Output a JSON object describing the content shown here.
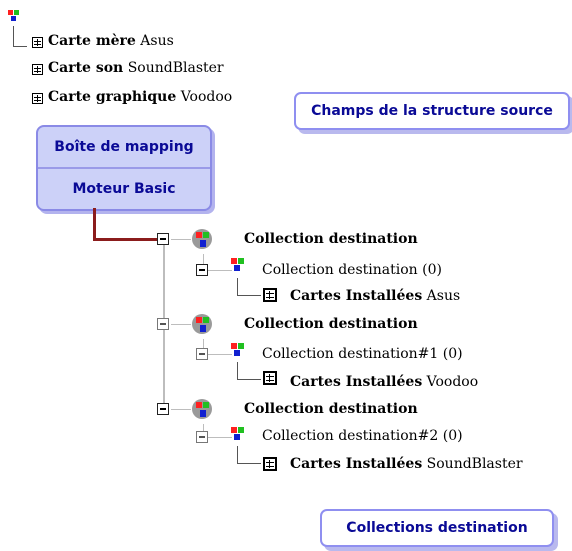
{
  "source_tree": [
    {
      "bold": "Carte mère",
      "value": "Asus"
    },
    {
      "bold": "Carte son",
      "value": "SoundBlaster"
    },
    {
      "bold": "Carte graphique",
      "value": "Voodoo"
    }
  ],
  "callouts": {
    "source": "Champs de la structure source",
    "destination": "Collections destination"
  },
  "mapping_box": {
    "title": "Boîte de mapping",
    "engine": "Moteur Basic"
  },
  "destination_tree": [
    {
      "collection": "Collection destination",
      "item": "Collection destination (0)",
      "field_bold": "Cartes Installées",
      "field_value": "Asus"
    },
    {
      "collection": "Collection destination",
      "item": "Collection destination#1 (0)",
      "field_bold": "Cartes Installées",
      "field_value": "Voodoo"
    },
    {
      "collection": "Collection destination",
      "item": "Collection destination#2 (0)",
      "field_bold": "Cartes Installées",
      "field_value": "SoundBlaster"
    }
  ],
  "colors": {
    "red": "#ff2020",
    "green": "#20c020",
    "blue": "#1020d0",
    "callout_border": "#8f8ff0",
    "callout_text": "#0a0a96",
    "connector": "#8b1c1c"
  },
  "icons": [
    "rgb-cubes-icon",
    "table-icon",
    "collapse-icon",
    "sphere-cubes-icon"
  ]
}
